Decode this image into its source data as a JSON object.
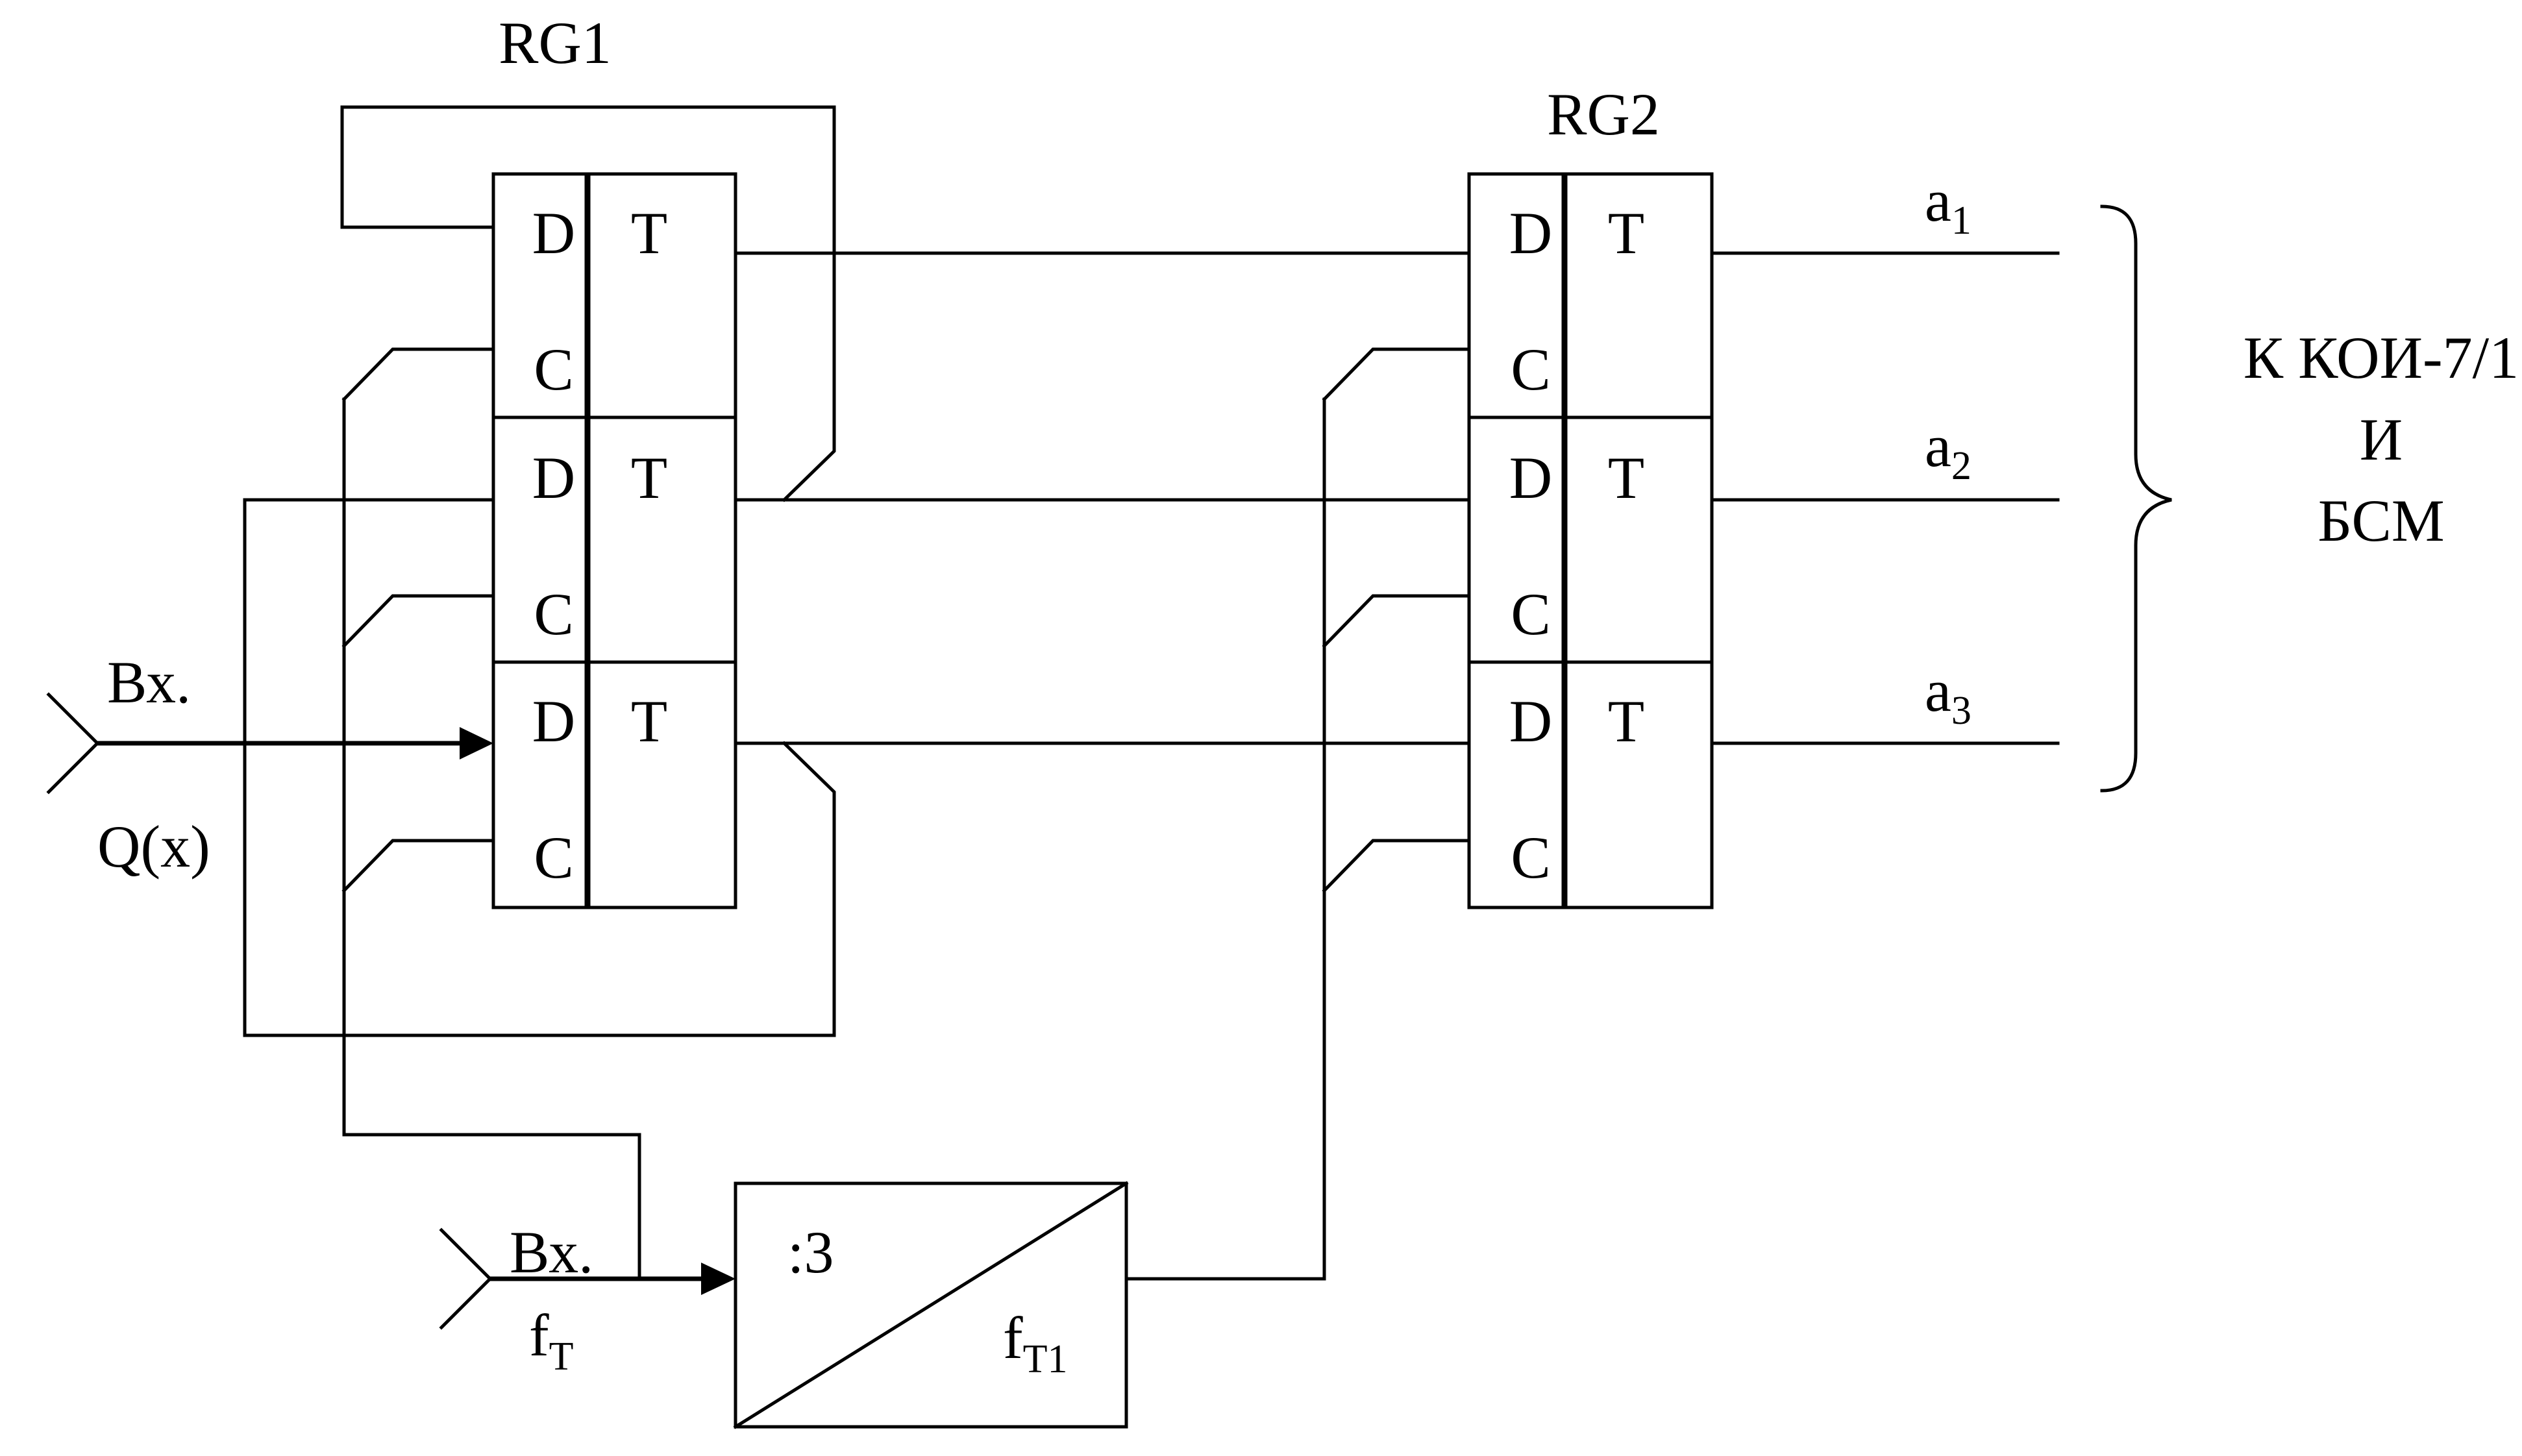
{
  "rg1": {
    "title": "RG1"
  },
  "rg2": {
    "title": "RG2"
  },
  "cell": {
    "d": "D",
    "c": "C",
    "t": "T"
  },
  "input_data": {
    "label1": "Вх.",
    "label2": "Q(x)"
  },
  "input_clock": {
    "label1": "Вх.",
    "label2_main": "f",
    "label2_sub": "T"
  },
  "divider": {
    "ratio": ":3",
    "out_main": "f",
    "out_sub": "T1"
  },
  "outputs": [
    {
      "main": "a",
      "sub": "1"
    },
    {
      "main": "a",
      "sub": "2"
    },
    {
      "main": "a",
      "sub": "3"
    }
  ],
  "destination": {
    "line1": "К КОИ-7/1",
    "line2": "И",
    "line3": "БСМ"
  }
}
